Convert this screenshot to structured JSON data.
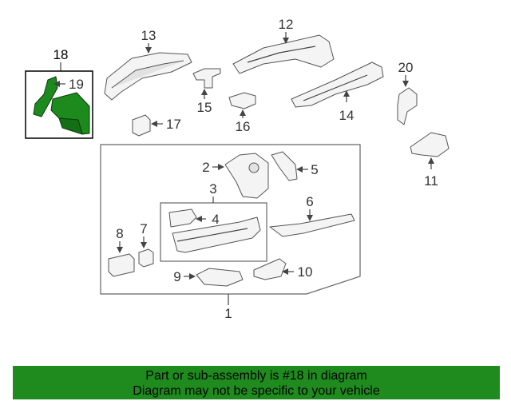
{
  "callouts": {
    "c1": "1",
    "c2": "2",
    "c3": "3",
    "c4": "4",
    "c5": "5",
    "c6": "6",
    "c7": "7",
    "c8": "8",
    "c9": "9",
    "c10": "10",
    "c11": "11",
    "c12": "12",
    "c13": "13",
    "c14": "14",
    "c15": "15",
    "c16": "16",
    "c17": "17",
    "c18": "18",
    "c19": "19",
    "c20": "20"
  },
  "highlight": {
    "part_number": "18",
    "color": "#1d8a1d"
  },
  "banner": {
    "line1": "Part or sub-assembly is #18 in diagram",
    "line2": "Diagram may not be specific to your vehicle",
    "color": "#1f8b1f"
  }
}
